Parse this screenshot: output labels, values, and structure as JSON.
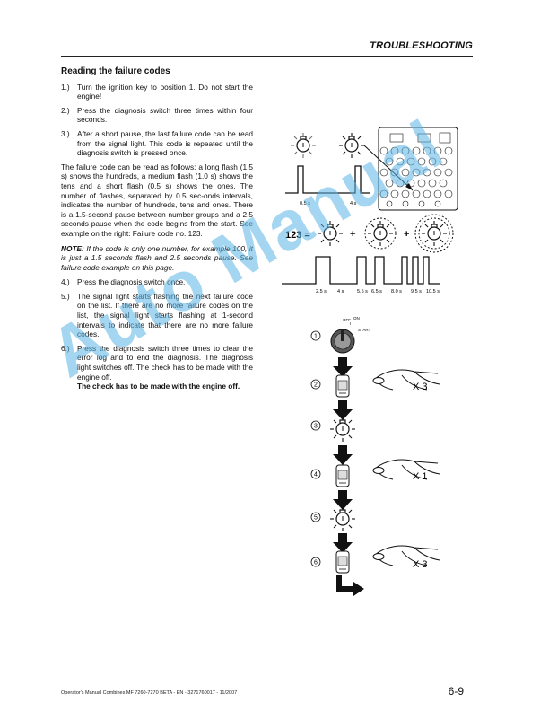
{
  "header": {
    "title": "TROUBLESHOOTING"
  },
  "section": {
    "title": "Reading the failure codes",
    "steps_a": [
      {
        "num": "1.)",
        "text": "Turn the ignition key to position 1. Do not start the engine!"
      },
      {
        "num": "2.)",
        "text": "Press the diagnosis switch three times within four seconds."
      },
      {
        "num": "3.)",
        "text": "After a short pause, the last failure code can be read from the signal light. This code is repeated until the diagnosis switch is pressed once."
      }
    ],
    "paragraph": "The failure code can be read as follows: a long flash (1.5 s) shows the hundreds, a medium flash (1.0 s) shows the tens and a short flash (0.5 s) shows the ones. The number of flashes, separated by 0.5 sec-onds intervals, indicates the number of hundreds, tens and ones. There is a 1.5-second pause between number groups and a 2.5 seconds pause when the code begins from the start. See example on the right: Failure code no. 123.",
    "note_label": "NOTE:",
    "note_text": " If the code is only one number, for example 100, it is just a 1.5 seconds flash and 2.5 seconds pause. See failure code example on this page.",
    "steps_b": [
      {
        "num": "4.)",
        "text": "Press the diagnosis switch once."
      },
      {
        "num": "5.)",
        "text": "The signal light starts flashing the next failure code on the list. If there are no more failure codes on the list, the signal light starts flashing at 1-second intervals to indicate that there are no more failure codes."
      },
      {
        "num": "6.)",
        "text": "Press the diagnosis switch three times to clear the error log and to end the diagnosis. The diagnosis light switches off. The check has to be made with the engine off.",
        "bold": "The check has to be made with the engine off."
      }
    ]
  },
  "figure": {
    "timing1": [
      "0.5 s",
      "4 s"
    ],
    "code_label": "123 =",
    "plus": "+",
    "timing2": [
      "2.5 s",
      "4 s",
      "5.5 s",
      "6.5 s",
      "8.0 s",
      "9.5 s",
      "10.5 s"
    ],
    "key_labels": {
      "off": "OFF",
      "on": "ON",
      "p1": "I",
      "start": "START"
    },
    "steps": [
      {
        "num": "1"
      },
      {
        "num": "2",
        "count": "X 3"
      },
      {
        "num": "3"
      },
      {
        "num": "4",
        "count": "X 1"
      },
      {
        "num": "5"
      },
      {
        "num": "6",
        "count": "X 3"
      }
    ]
  },
  "watermark": "Auto Manual",
  "footer": {
    "left": "Operator's Manual Combines MF 7260-7270 BETA - EN - 3271760017 - 11/2007",
    "page": "6-9"
  }
}
